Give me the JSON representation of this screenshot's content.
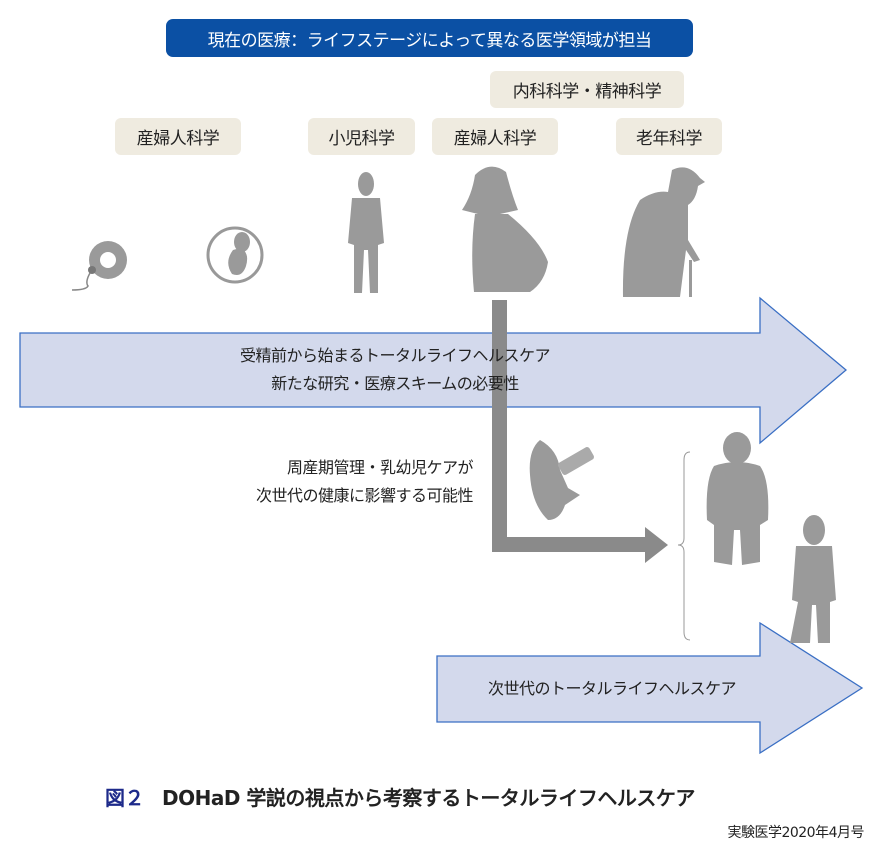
{
  "banner": "現在の医療：ライフステージによって異なる医学領域が担当",
  "specialties": {
    "internal_psych": "内科科学・精神科学",
    "obgyn_1": "産婦人科学",
    "pediatrics": "小児科学",
    "obgyn_2": "産婦人科学",
    "geriatrics": "老年科学"
  },
  "main_arrow": {
    "line1": "受精前から始まるトータルライフヘルスケア",
    "line2": "新たな研究・医療スキームの必要性"
  },
  "perinatal_note": {
    "line1": "周産期管理・乳幼児ケアが",
    "line2": "次世代の健康に影響する可能性"
  },
  "next_gen_arrow": "次世代のトータルライフヘルスケア",
  "caption": {
    "label": "図２",
    "title": "DOHaD 学説の視点から考察するトータルライフヘルスケア"
  },
  "source": "実験医学2020年4月号",
  "colors": {
    "banner": "#0b50a4",
    "tag": "#efebe0",
    "arrow_fill": "#d3d9ec",
    "arrow_stroke": "#3a6fc4",
    "silhouette": "#9a9a9a",
    "caption_label": "#1d2a8a"
  }
}
